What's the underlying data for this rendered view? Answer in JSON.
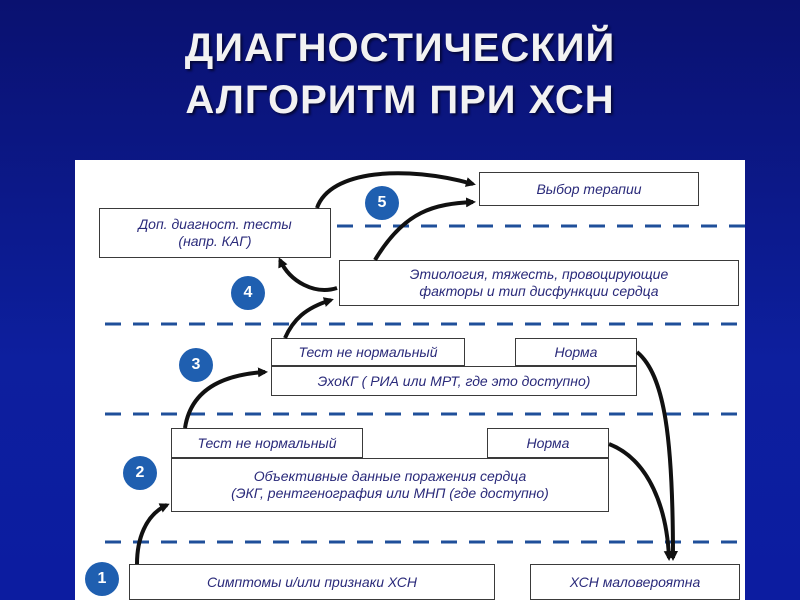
{
  "title": {
    "line1": "ДИАГНОСТИЧЕСКИЙ",
    "line2": "АЛГОРИТМ ПРИ ХСН"
  },
  "diagram": {
    "steps": [
      "1",
      "2",
      "3",
      "4",
      "5"
    ],
    "boxes": {
      "therapy": "Выбор терапии",
      "extra_tests_l1": "Доп. диагност. тесты",
      "extra_tests_l2": "(напр. КАГ)",
      "etiology_l1": "Этиология, тяжесть, провоцирующие",
      "etiology_l2": "факторы и тип дисфункции сердца",
      "abnormal_3": "Тест не нормальный",
      "normal_3": "Норма",
      "echo": "ЭхоКГ ( РИА или МРТ, где это доступно)",
      "abnormal_2": "Тест не нормальный",
      "normal_2": "Норма",
      "objective_l1": "Объективные данные поражения сердца",
      "objective_l2": "(ЭКГ, рентгенография или МНП (где доступно)",
      "symptoms": "Симптомы и/или признаки ХСН",
      "unlikely": "ХСН маловероятна"
    },
    "colors": {
      "background": "#0d1f9e",
      "badge": "#1f5fb0",
      "box_text": "#2a2a7a"
    }
  }
}
